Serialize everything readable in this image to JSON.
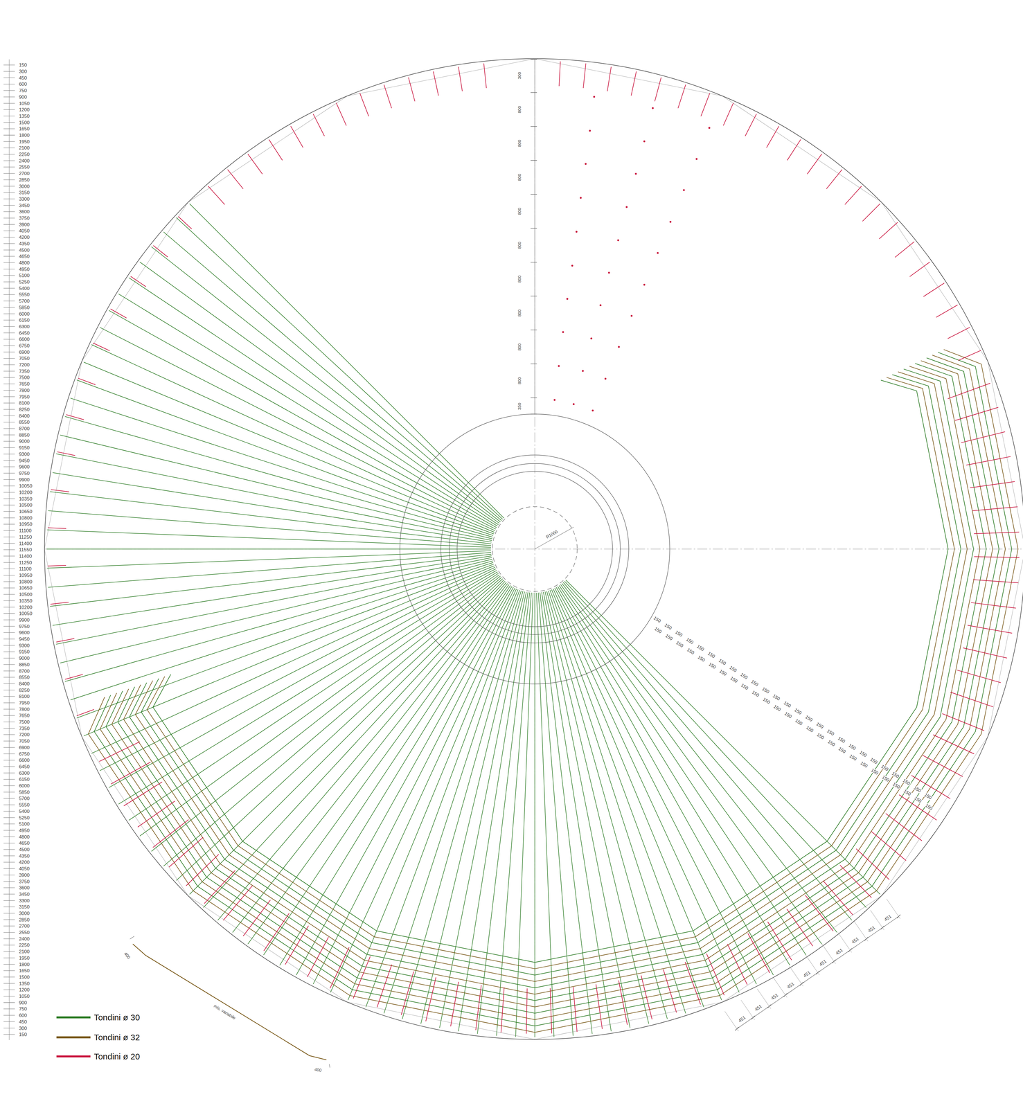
{
  "diagram": {
    "labels": [
      "150",
      "300",
      "450",
      "600",
      "750",
      "900",
      "1050",
      "1200",
      "1350",
      "1500",
      "1650",
      "1800",
      "1950",
      "2100",
      "2250",
      "2400",
      "2550",
      "2700",
      "2850",
      "3000",
      "3150",
      "3300",
      "3450",
      "3600",
      "3750",
      "3900",
      "4050",
      "4200",
      "4350",
      "4500",
      "4650",
      "4800",
      "4950",
      "5100",
      "5250",
      "5400",
      "5550",
      "5700",
      "5850",
      "6000",
      "6150",
      "6300",
      "6450",
      "6600",
      "6750",
      "6900",
      "7050",
      "7200",
      "7350",
      "7500",
      "7650",
      "7800",
      "7950",
      "8100",
      "8250",
      "8400",
      "8550",
      "8700",
      "8850",
      "9000",
      "9150",
      "9300",
      "9450",
      "9600",
      "9750",
      "9900",
      "10050",
      "10200",
      "10350",
      "10500",
      "10650",
      "10800",
      "10950",
      "11100",
      "11250",
      "11400",
      "11550",
      "11400",
      "11250",
      "11100",
      "10950",
      "10800",
      "10650",
      "10500",
      "10350",
      "10200",
      "10050",
      "9900",
      "9750",
      "9600",
      "9450",
      "9300",
      "9150",
      "9000",
      "8850",
      "8700",
      "8550",
      "8400",
      "8250",
      "8100",
      "7950",
      "7800",
      "7650",
      "7500",
      "7350",
      "7200",
      "7050",
      "6900",
      "6750",
      "6600",
      "6450",
      "6300",
      "6150",
      "6000",
      "5850",
      "5700",
      "5550",
      "5400",
      "5250",
      "5100",
      "4950",
      "4800",
      "4650",
      "4500",
      "4350",
      "4200",
      "4050",
      "3900",
      "3750",
      "3600",
      "3450",
      "3300",
      "3150",
      "3000",
      "2850",
      "2700",
      "2550",
      "2400",
      "2250",
      "2100",
      "1950",
      "1800",
      "1650",
      "1500",
      "1350",
      "1200",
      "1050",
      "900",
      "750",
      "600",
      "450",
      "300",
      "150",
      "300",
      "800",
      "800",
      "800",
      "800",
      "800",
      "800",
      "800",
      "800",
      "800",
      "350",
      "R1000",
      "150",
      "150",
      "150",
      "150",
      "150",
      "150",
      "150",
      "150",
      "150",
      "150",
      "150",
      "150",
      "150",
      "150",
      "150",
      "150",
      "150",
      "150",
      "150",
      "150",
      "150",
      "150",
      "150",
      "150",
      "150",
      "150",
      "150",
      "150",
      "150",
      "150",
      "150",
      "150",
      "150",
      "150",
      "150",
      "150",
      "150",
      "150",
      "150",
      "150",
      "150",
      "150",
      "150",
      "150",
      "150",
      "150",
      "150",
      "150",
      "150",
      "150",
      "150",
      "150",
      "451",
      "451",
      "451",
      "451",
      "451",
      "451",
      "451",
      "451",
      "451",
      "451",
      "400",
      "mis. variabile",
      "400"
    ],
    "legend": [
      {
        "text": "Tondini ø 30",
        "color": "#2a7a22"
      },
      {
        "text": "Tondini ø 32",
        "color": "#7a5a1a"
      },
      {
        "text": "Tondini ø 20",
        "color": "#c8103a"
      }
    ]
  }
}
